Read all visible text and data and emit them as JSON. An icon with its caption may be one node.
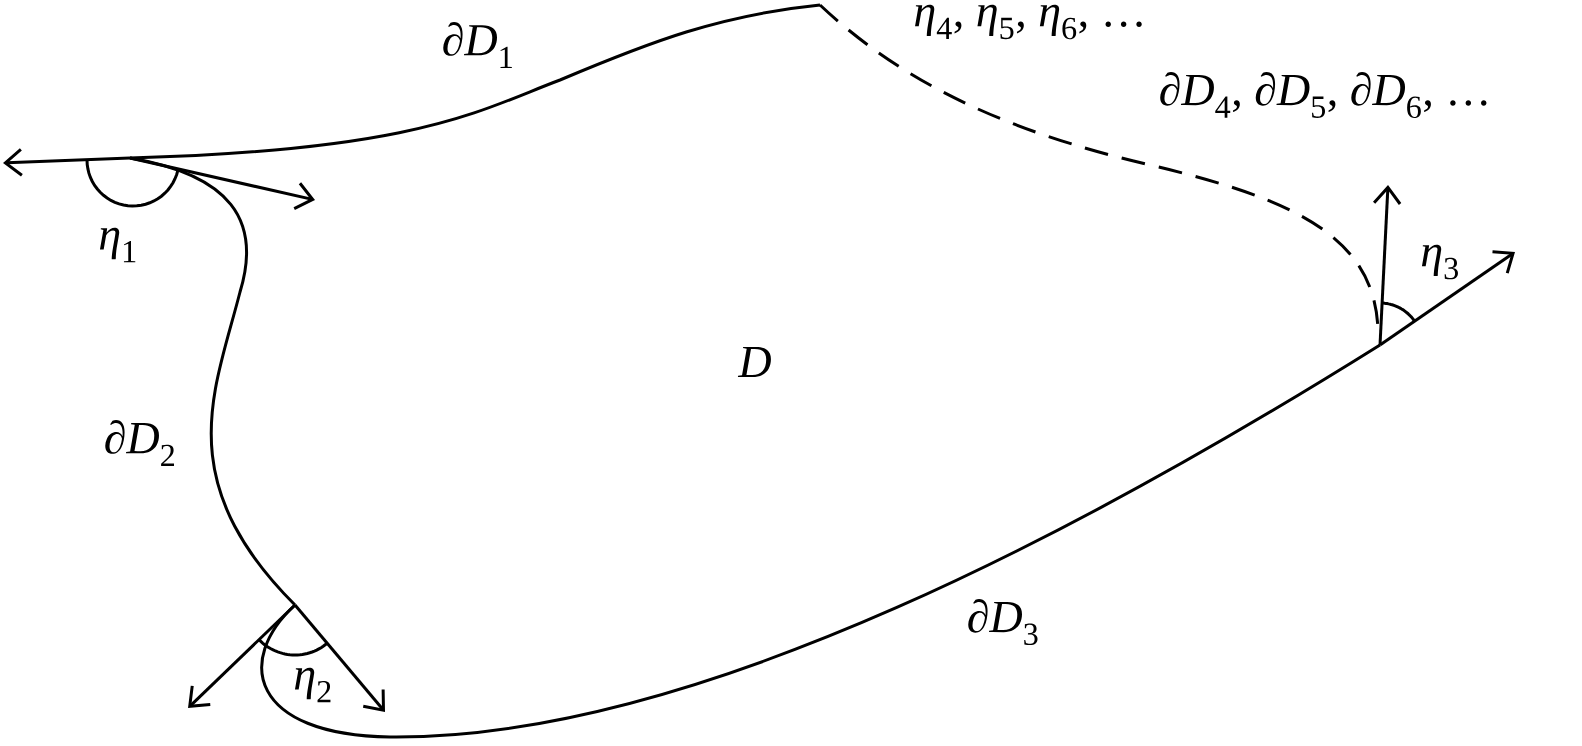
{
  "diagram": {
    "labels": [
      "∂*D*$_{1}$",
      "*η*$_{4}$, *η*$_{5}$, *η*$_{6}$, …",
      "∂*D*$_{4}$, ∂*D*$_{5}$, ∂*D*$_{6}$, …",
      "*η*$_{1}$",
      "*η*$_{3}$",
      "*D*",
      "∂*D*$_{2}$",
      "∂*D*$_{3}$",
      "*η*$_{2}$"
    ]
  }
}
